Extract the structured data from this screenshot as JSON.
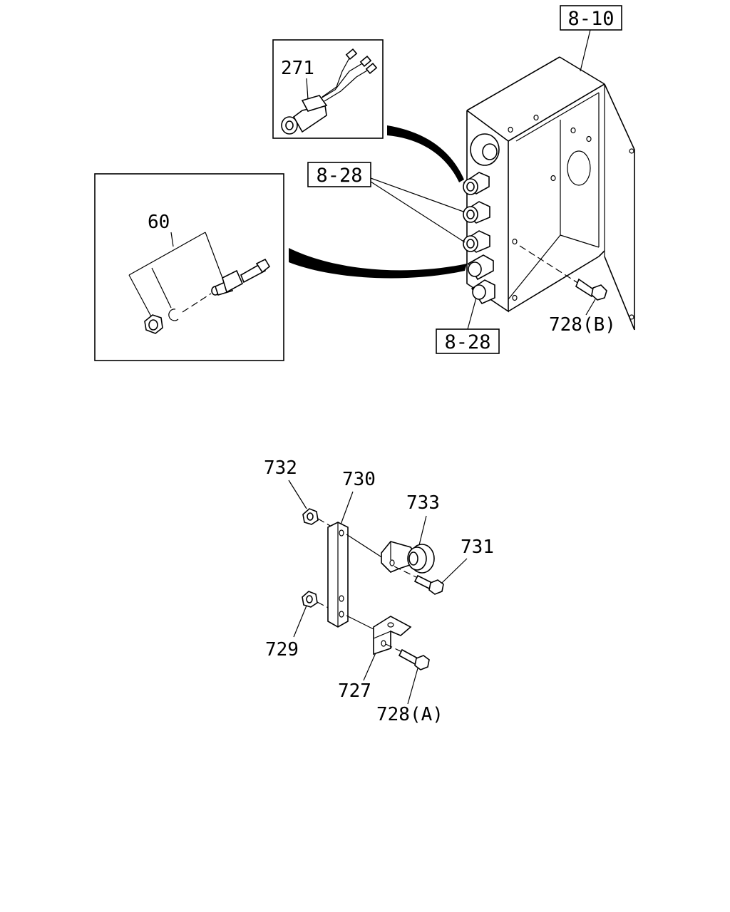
{
  "labels": {
    "box_8_10": "8-10",
    "box_8_28_upper": "8-28",
    "box_8_28_lower": "8-28",
    "part_271": "271",
    "part_60": "60",
    "part_728b": "728(B)",
    "part_732": "732",
    "part_730": "730",
    "part_733": "733",
    "part_731": "731",
    "part_729": "729",
    "part_727": "727",
    "part_728a": "728(A)"
  }
}
